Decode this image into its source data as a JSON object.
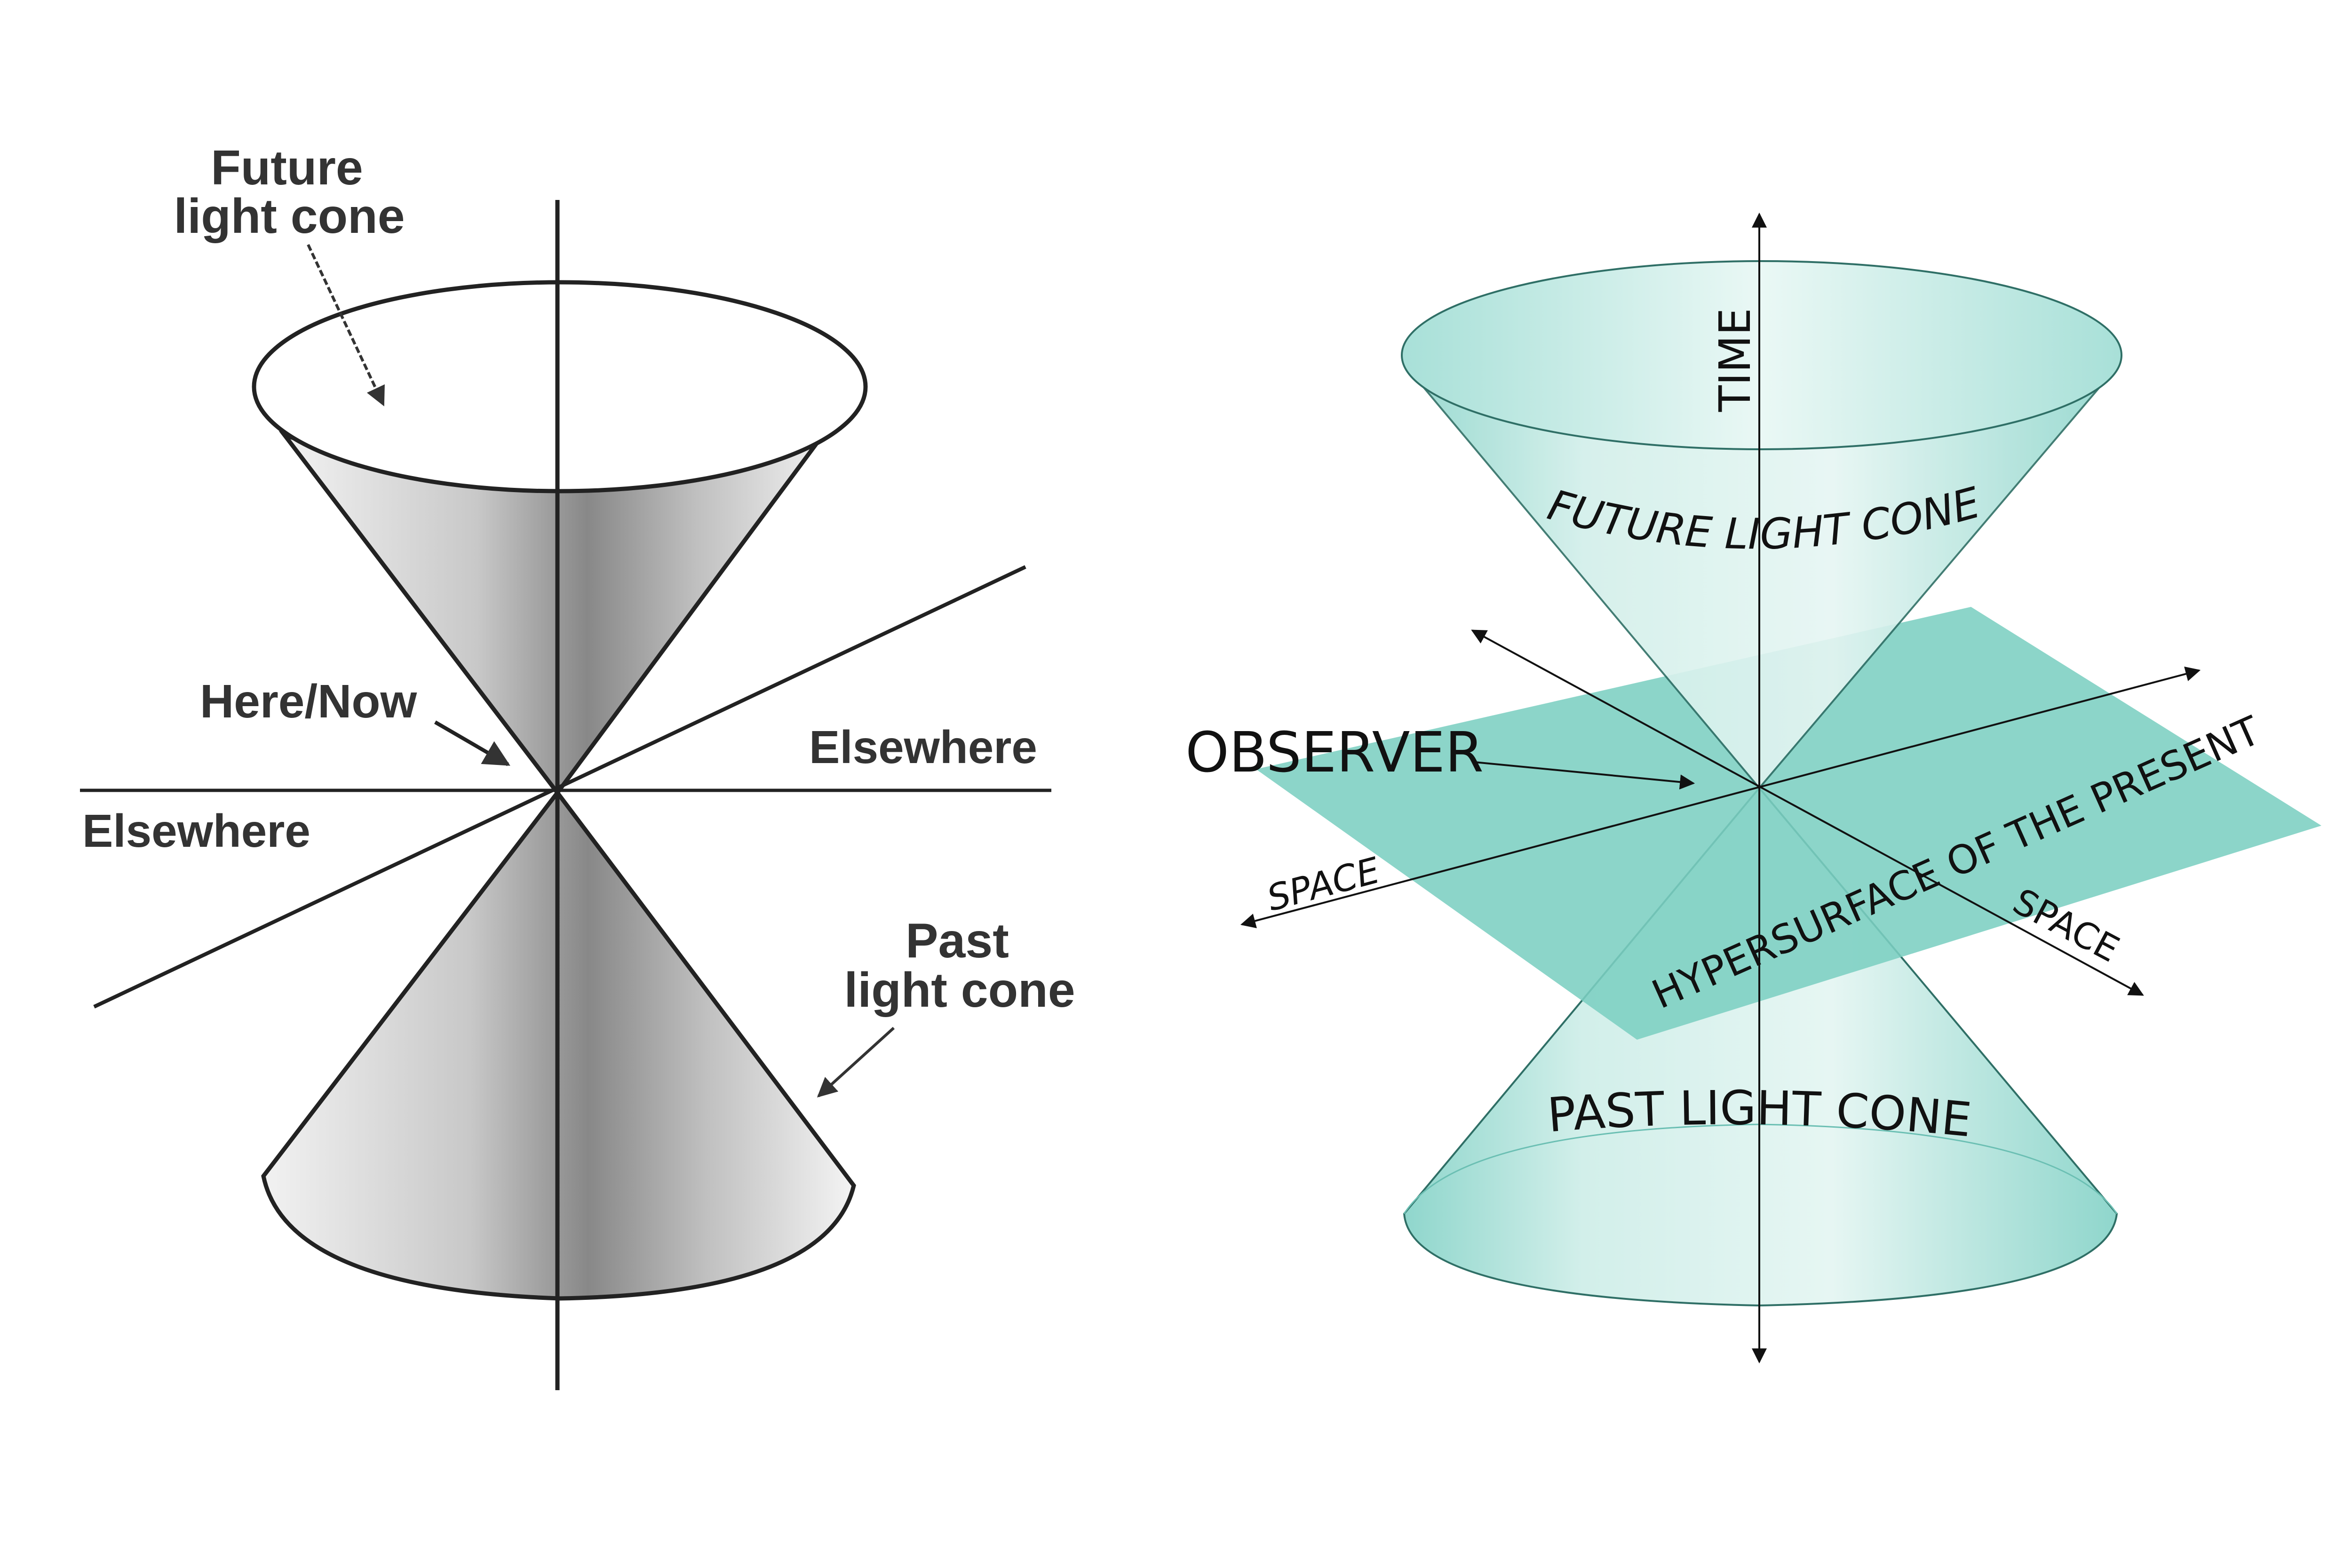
{
  "left_diagram": {
    "future_label_line1": "Future",
    "future_label_line2": "light cone",
    "here_now": "Here/Now",
    "elsewhere_right": "Elsewhere",
    "elsewhere_left": "Elsewhere",
    "past_label_line1": "Past",
    "past_label_line2": "light cone"
  },
  "right_diagram": {
    "time": "TIME",
    "future_light_cone": "FUTURE LIGHT CONE",
    "observer": "OBSERVER",
    "space_left": "SPACE",
    "space_right": "SPACE",
    "hypersurface": "HYPERSURFACE OF THE PRESENT",
    "past_light_cone": "PAST LIGHT CONE"
  },
  "colors": {
    "teal_plane": "#7ccfc2",
    "teal_cone": "#aee3dc",
    "line": "#111111",
    "gray_text": "#333333"
  }
}
